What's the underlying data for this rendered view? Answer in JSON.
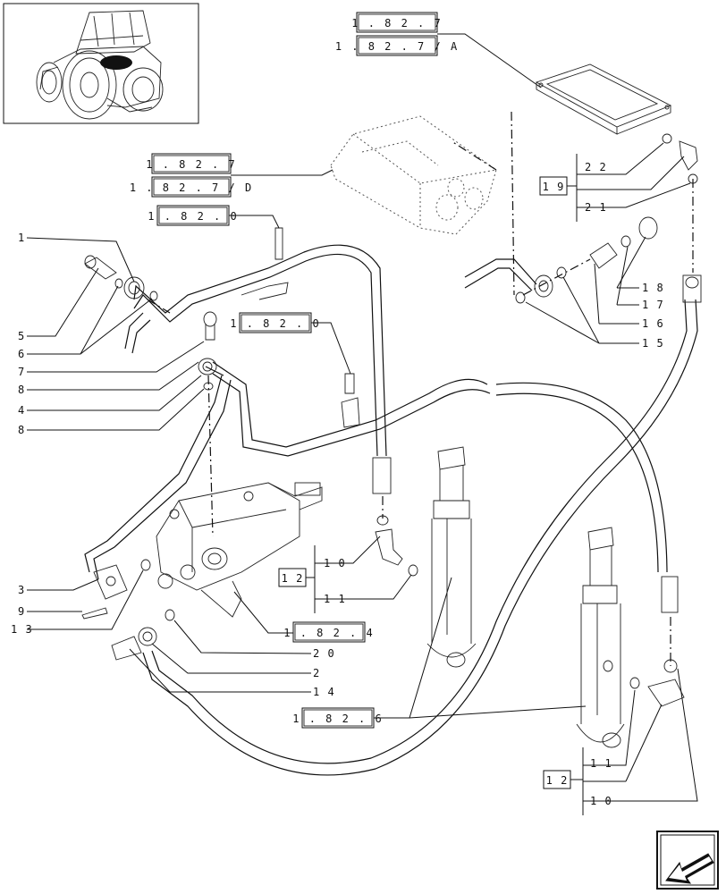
{
  "references": {
    "top_1": "1 . 8 2 . 7",
    "top_2": "1 . 8 2 . 7 / A",
    "mid_1": "1 . 8 2 . 7",
    "mid_2": "1 . 8 2 . 7 / D",
    "bolt_ref_a": "1 . 8 2 . 0",
    "bolt_ref_b": "1 . 8 2 . 0",
    "valve_ref": "1 . 8 2 . 4",
    "cylinder_ref": "1 . 8 2 . 6"
  },
  "callouts": {
    "c1": "1",
    "c5": "5",
    "c6": "6",
    "c7": "7",
    "c8a": "8",
    "c4": "4",
    "c8b": "8",
    "c3": "3",
    "c9": "9",
    "c13": "1 3",
    "c20": "2 0",
    "c2": "2",
    "c14": "1 4",
    "c10a": "1 0",
    "c11a": "1 1",
    "c12a": "1 2",
    "c22": "2 2",
    "c19": "1 9",
    "c21": "2 1",
    "c18": "1 8",
    "c17": "1 7",
    "c16": "1 6",
    "c15": "1 5",
    "c11b": "1 1",
    "c12b": "1 2",
    "c10b": "1 0"
  }
}
